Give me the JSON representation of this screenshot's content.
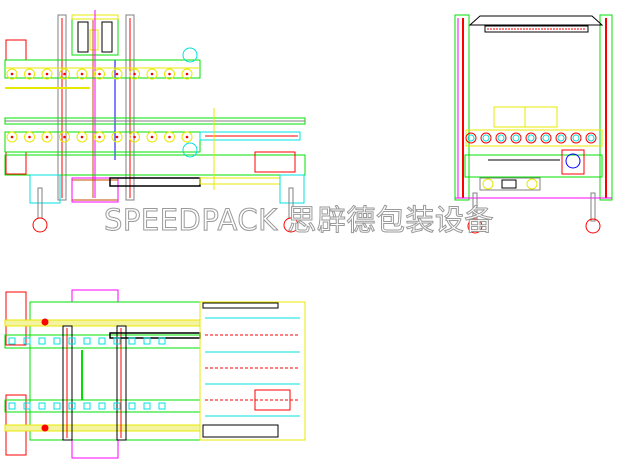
{
  "watermark": {
    "text": "SPEEDPACK 思辟德包装设备"
  },
  "colors": {
    "green": "#00e000",
    "yellow": "#e8e800",
    "red": "#ff0000",
    "cyan": "#00e0e0",
    "magenta": "#ff00ff",
    "blue": "#0000ff",
    "black": "#000000",
    "gray": "#808080",
    "watermark_stroke": "#9a9a9a"
  },
  "views": [
    {
      "id": "front-view"
    },
    {
      "id": "side-view"
    },
    {
      "id": "top-view"
    }
  ]
}
